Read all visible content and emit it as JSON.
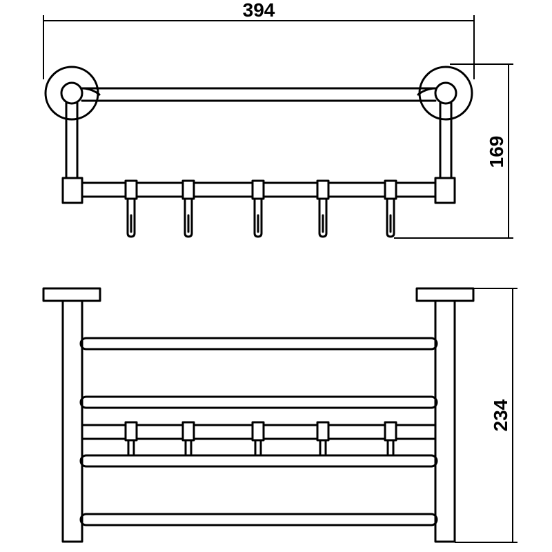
{
  "figure": {
    "type": "technical-drawing",
    "subject": "towel-rack-with-hooks",
    "views": [
      "front-view",
      "top-view"
    ],
    "hook_count": 5
  },
  "dimensions": {
    "width": "394",
    "height": "169",
    "depth": "234"
  },
  "colors": {
    "line": "#000000",
    "background": "#ffffff"
  }
}
